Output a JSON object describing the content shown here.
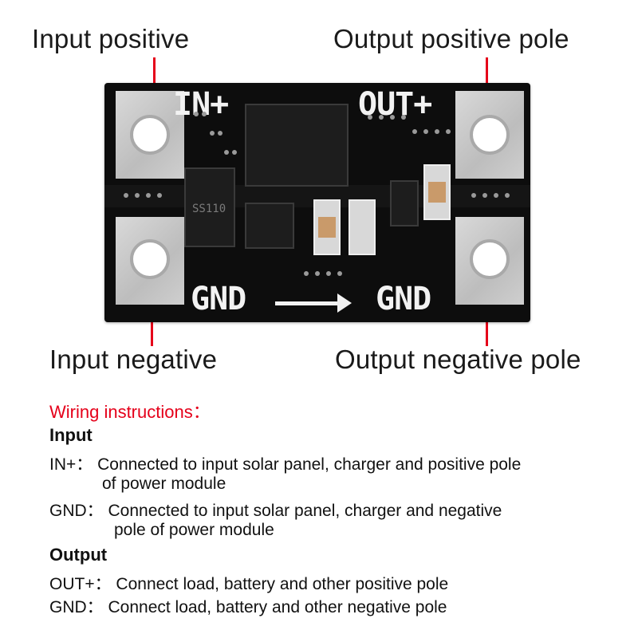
{
  "callouts": {
    "input_positive": "Input positive",
    "output_positive_pole": "Output positive pole",
    "input_negative": "Input negative",
    "output_negative_pole": "Output negative pole"
  },
  "board_labels": {
    "in_plus": "IN+",
    "out_plus": "OUT+",
    "gnd_left": "GND",
    "gnd_right": "GND",
    "ss110": "SS110"
  },
  "wiring": {
    "title": "Wiring instructions：",
    "input_heading": "Input",
    "in_plus_line1": "IN+： Connected to input solar panel, charger and positive pole",
    "in_plus_line2": "of power module",
    "gnd_in_line1": "GND： Connected to input solar panel, charger and negative",
    "gnd_in_line2": "pole of power module",
    "output_heading": "Output",
    "out_plus_line": "OUT+： Connect load, battery and other positive pole",
    "gnd_out_line": "GND： Connect load, battery and other negative pole"
  },
  "colors": {
    "accent_red": "#e5001a",
    "board_black": "#0d0d0d",
    "pad_silver": "#cfcfcf"
  }
}
